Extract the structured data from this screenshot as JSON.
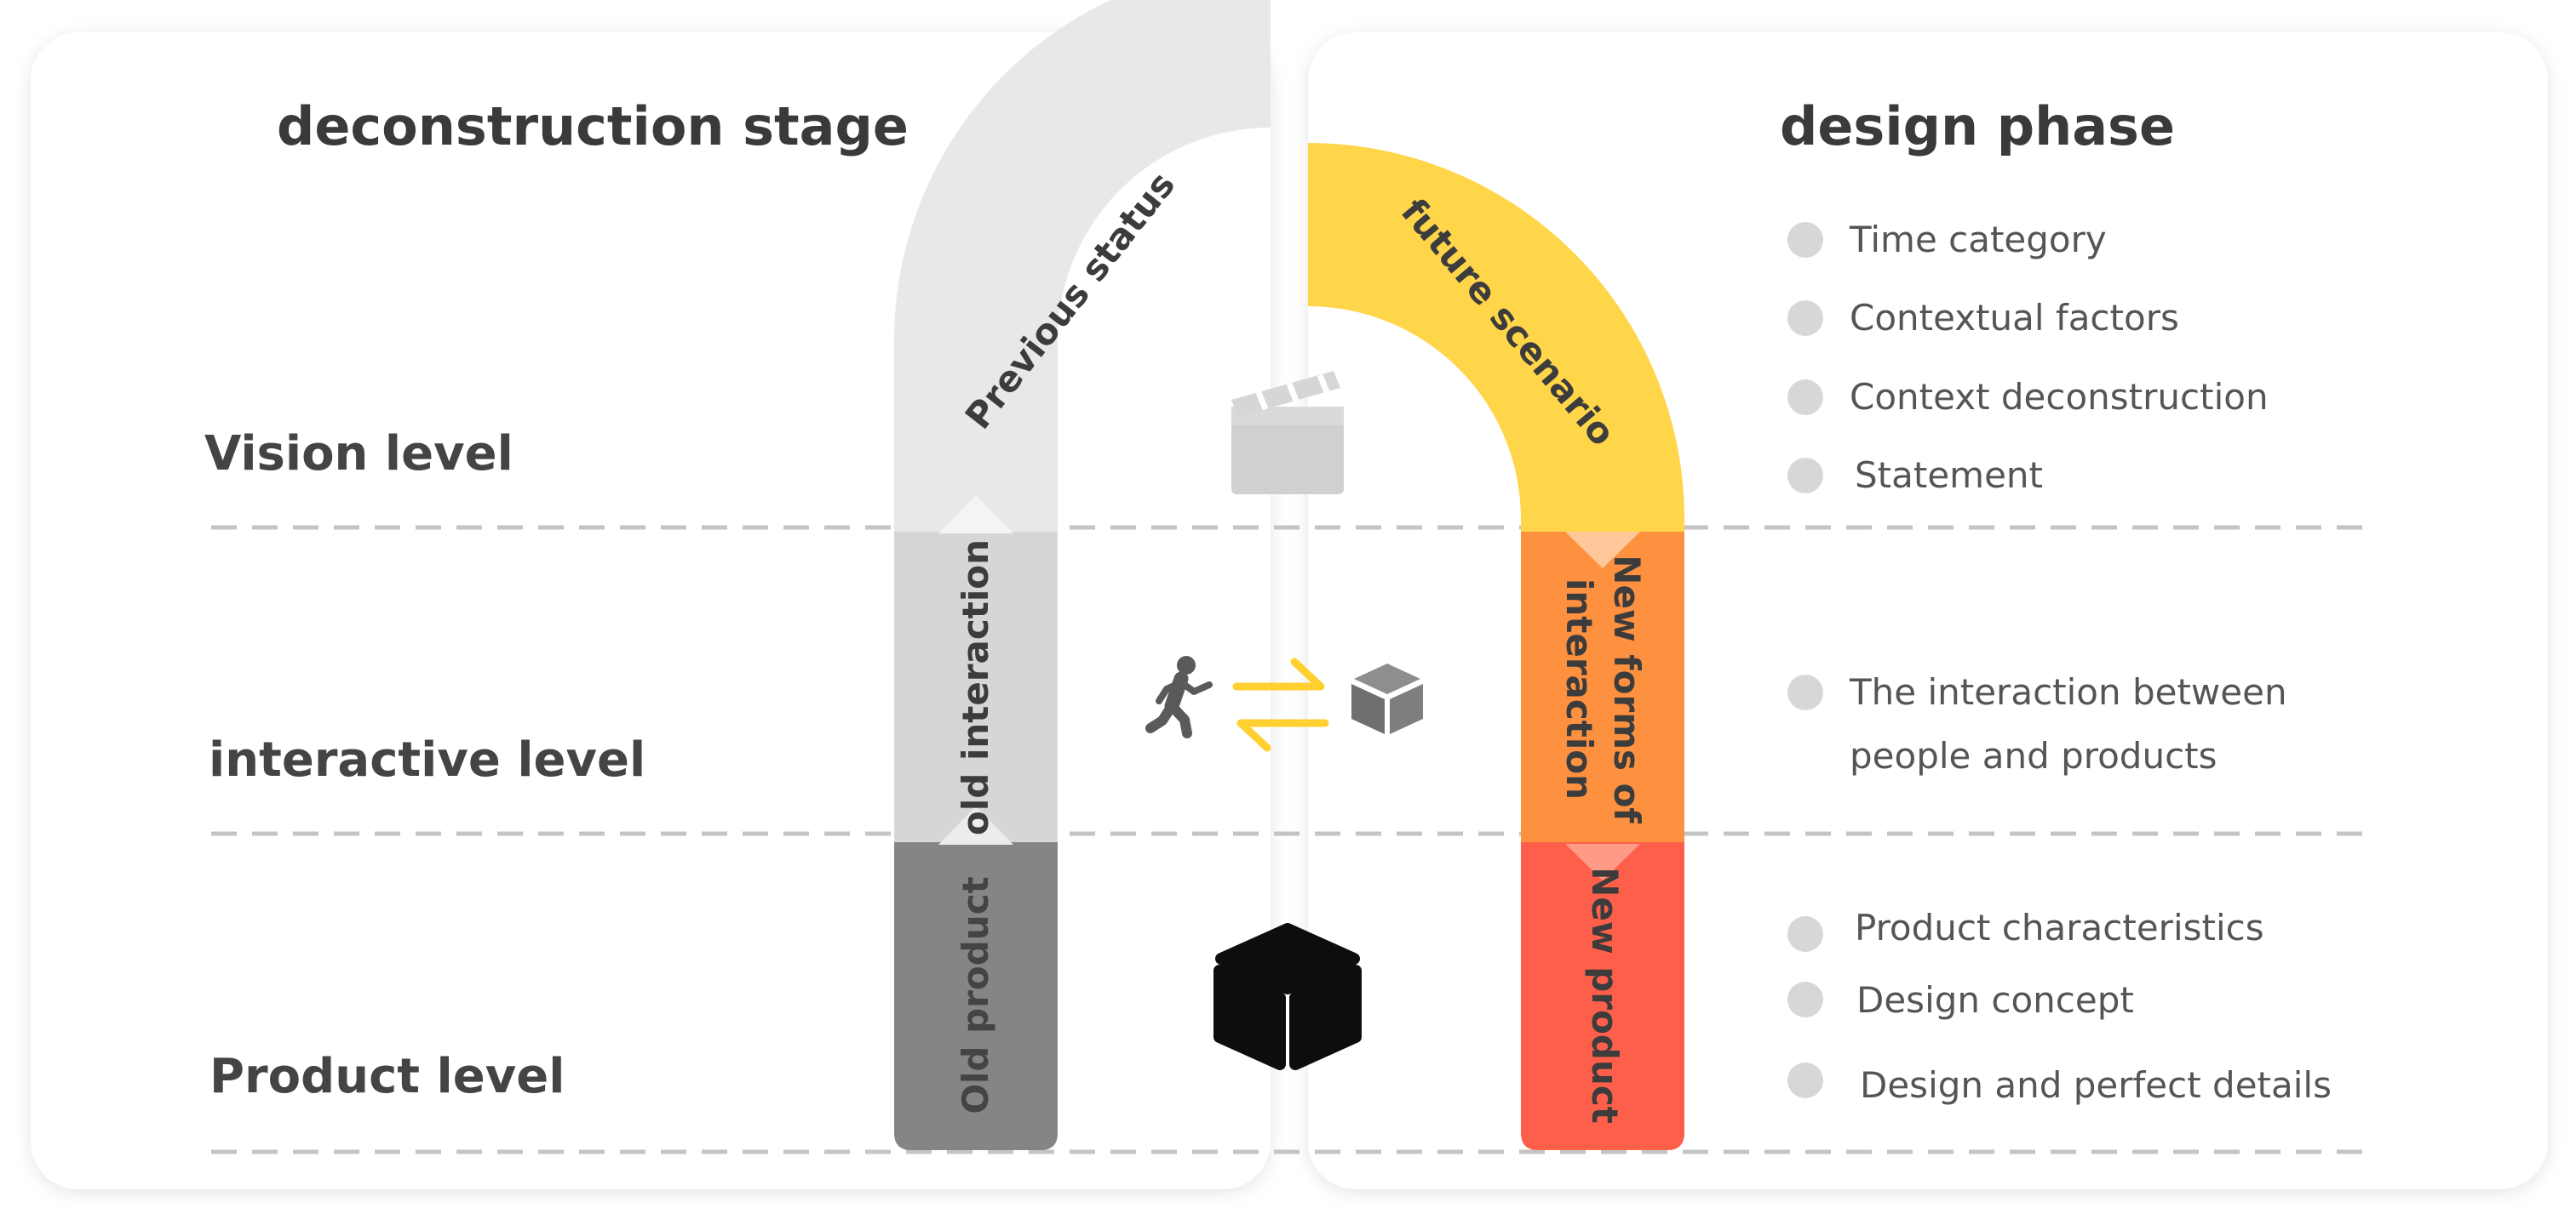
{
  "left_panel": {
    "title": "deconstruction stage",
    "levels": {
      "vision": "Vision level",
      "interactive": "interactive level",
      "product": "Product level"
    }
  },
  "right_panel": {
    "title": "design phase",
    "vision_items": [
      "Time category",
      "Contextual factors",
      "Context deconstruction",
      "Statement"
    ],
    "interactive_items": [
      "The interaction between",
      "people and products"
    ],
    "product_items": [
      "Product characteristics",
      "Design concept",
      "Design and perfect details"
    ]
  },
  "left_arch": {
    "vision": "Previous status",
    "interactive": "old interaction",
    "product": "Old product"
  },
  "right_arch": {
    "vision": "future scenario",
    "interactive_line1": "New forms of",
    "interactive_line2": "interaction",
    "product": "New product"
  },
  "colors": {
    "left_vision": "#e8e8e8",
    "left_interactive": "#d6d6d6",
    "left_product": "#858585",
    "right_vision": "#ffd54a",
    "right_interactive": "#fe9140",
    "right_product": "#fe5f4a",
    "arrow_yellow": "#ffd02f",
    "bullet": "#d7d7d7"
  },
  "icons": {
    "vision_center": "clapperboard-icon",
    "interactive_person": "walking-person-icon",
    "interactive_arrows": "exchange-arrows-icon",
    "interactive_box": "small-box-icon",
    "product_center": "large-box-icon"
  }
}
